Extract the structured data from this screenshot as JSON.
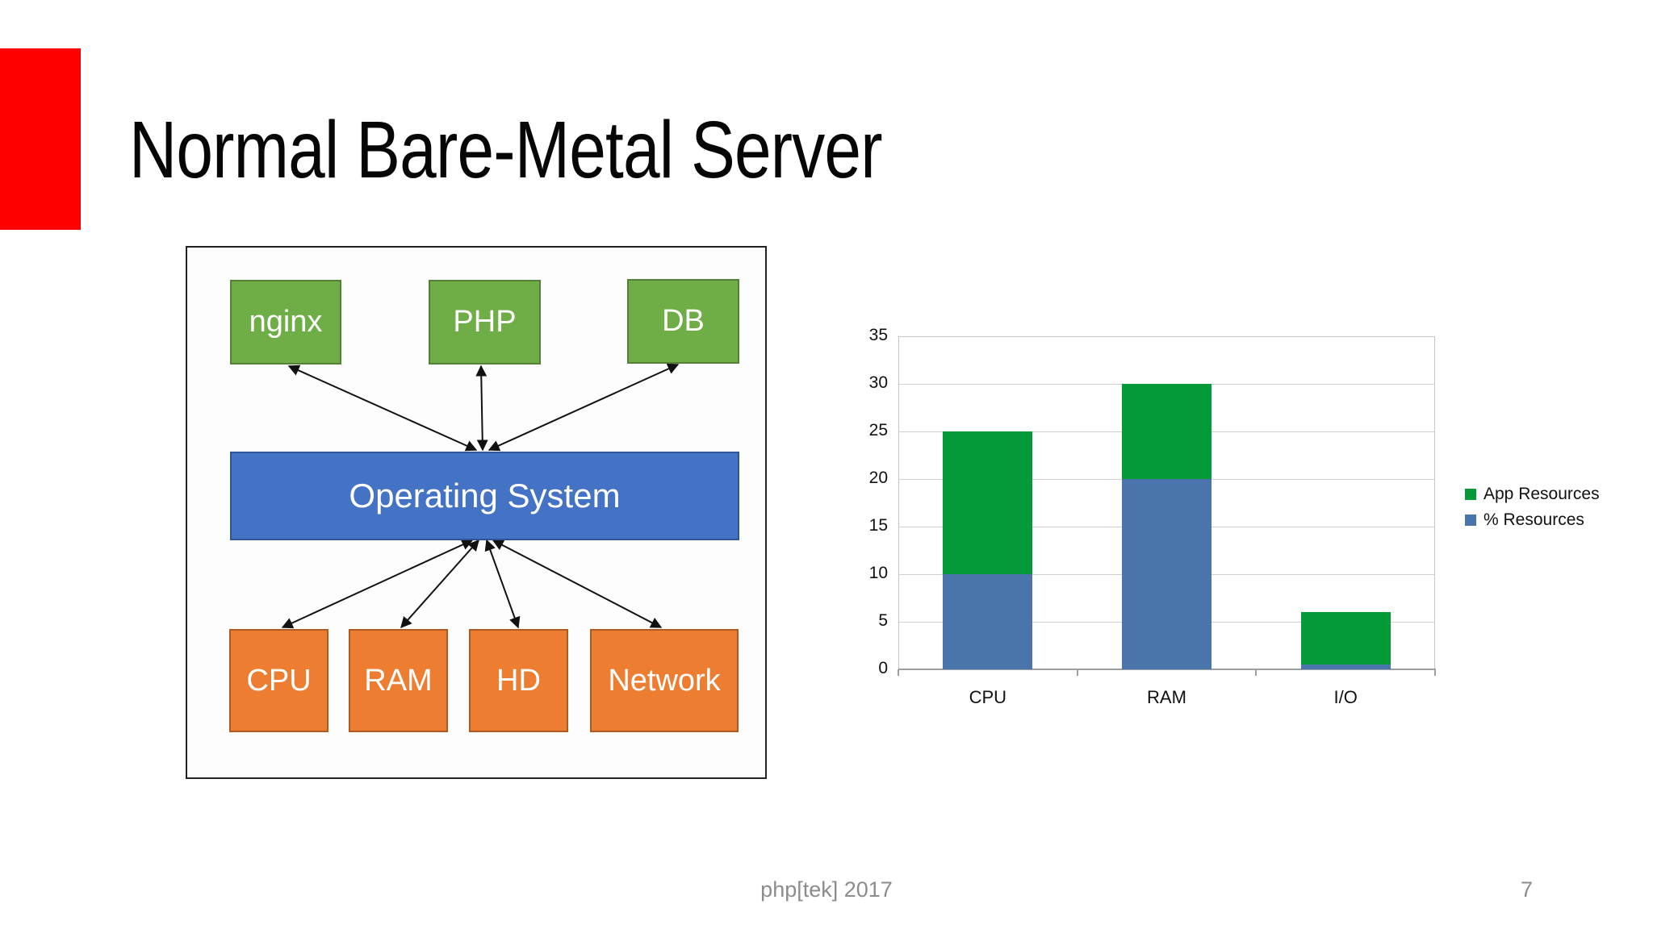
{
  "slide": {
    "title": "Normal Bare-Metal Server",
    "footer": "php[tek] 2017",
    "page_number": "7",
    "accent_color": "#ff0000",
    "background": "#ffffff"
  },
  "diagram": {
    "apps": [
      {
        "label": "nginx"
      },
      {
        "label": "PHP"
      },
      {
        "label": "DB"
      }
    ],
    "os": {
      "label": "Operating System"
    },
    "hardware": [
      {
        "label": "CPU"
      },
      {
        "label": "RAM"
      },
      {
        "label": "HD"
      },
      {
        "label": "Network"
      }
    ],
    "colors": {
      "app_fill": "#6fad47",
      "app_border": "#538135",
      "os_fill": "#4472c4",
      "os_border": "#2f5597",
      "hw_fill": "#ed7d31",
      "hw_border": "#ae5a21",
      "arrow": "#111111",
      "box_border": "#222222"
    }
  },
  "chart_data": {
    "type": "bar",
    "stacked": true,
    "title": "",
    "xlabel": "",
    "ylabel": "",
    "categories": [
      "CPU",
      "RAM",
      "I/O"
    ],
    "series": [
      {
        "name": "% Resources",
        "color": "#4a75ac",
        "values": [
          10,
          20,
          0.5
        ]
      },
      {
        "name": "App Resources",
        "color": "#049a38",
        "values": [
          15,
          10,
          5.5
        ]
      }
    ],
    "totals": [
      25,
      30,
      6
    ],
    "ylim": [
      0,
      35
    ],
    "yticks": [
      0,
      5,
      10,
      15,
      20,
      25,
      30,
      35
    ],
    "grid": true,
    "legend_position": "right",
    "legend_order_top_to_bottom": [
      "App Resources",
      "% Resources"
    ]
  }
}
